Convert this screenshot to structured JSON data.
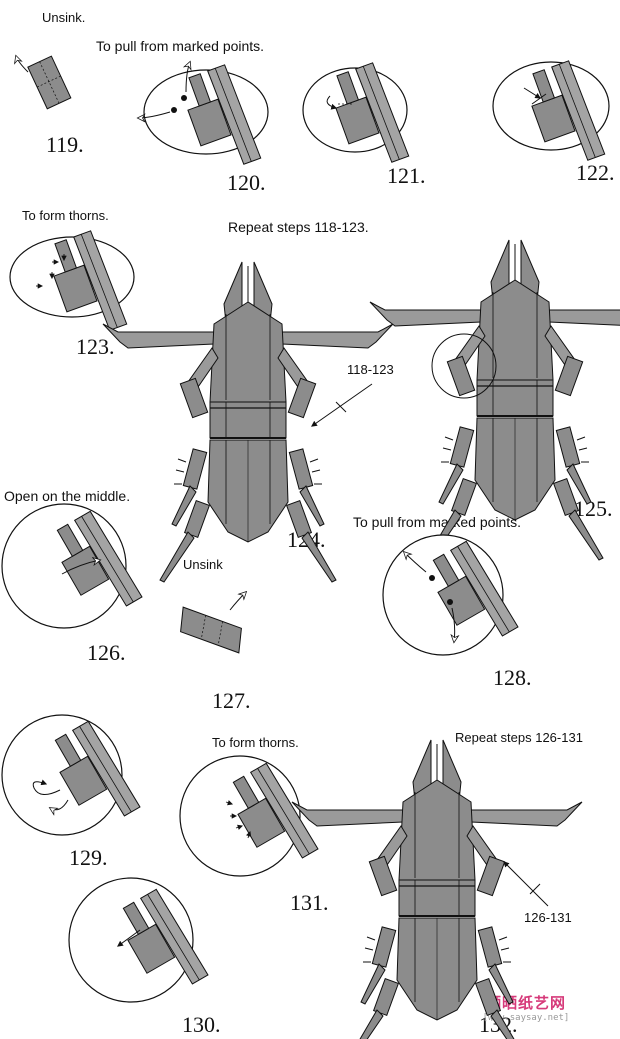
{
  "labels": {
    "unsink_1": "Unsink.",
    "pull_1": "To pull from marked points.",
    "thorns_1": "To form thorns.",
    "repeat_1": "Repeat steps 118-123.",
    "ref_1": "118-123",
    "open_middle": "Open on the middle.",
    "pull_2": "To pull from marked points.",
    "unsink_2": "Unsink",
    "thorns_2": "To form thorns.",
    "repeat_2": "Repeat steps 126-131",
    "ref_2": "126-131"
  },
  "steps": {
    "s119": "119.",
    "s120": "120.",
    "s121": "121.",
    "s122": "122.",
    "s123": "123.",
    "s124": "124.",
    "s125": "125.",
    "s126": "126.",
    "s127": "127.",
    "s128": "128.",
    "s129": "129.",
    "s130": "130.",
    "s131": "131.",
    "s132": "132."
  },
  "watermark": {
    "logo": "晒晒纸艺网",
    "url": "[www.saysay.net]"
  },
  "colors": {
    "paper": "#8c8c8c",
    "paper_light": "#a9a9a9",
    "paper_dark": "#6d6d6d",
    "ink": "#111111",
    "watermark": "#d63a7a"
  }
}
